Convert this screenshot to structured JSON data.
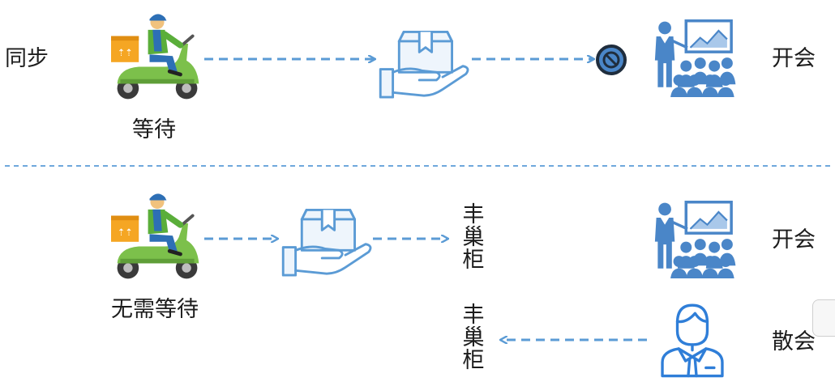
{
  "sync": {
    "title": "同步",
    "courier_caption": "等待",
    "meeting_label": "开会"
  },
  "async": {
    "courier_caption": "无需等待",
    "locker_top": "丰巢柜",
    "locker_bottom": "丰巢柜",
    "meeting_label": "开会",
    "end_meeting_label": "散会"
  },
  "colors": {
    "arrow": "#5b9bd5",
    "divider": "#6fa8dc",
    "icon_blue": "#4a86c8",
    "icon_light": "#dce9f6",
    "scooter_green": "#7cc04b",
    "box_orange": "#f5a623",
    "block_dark": "#1f2d3d"
  },
  "icons": [
    "courier-scooter-icon",
    "hand-package-icon",
    "blocked-icon",
    "presenter-audience-icon",
    "customer-service-person-icon"
  ]
}
